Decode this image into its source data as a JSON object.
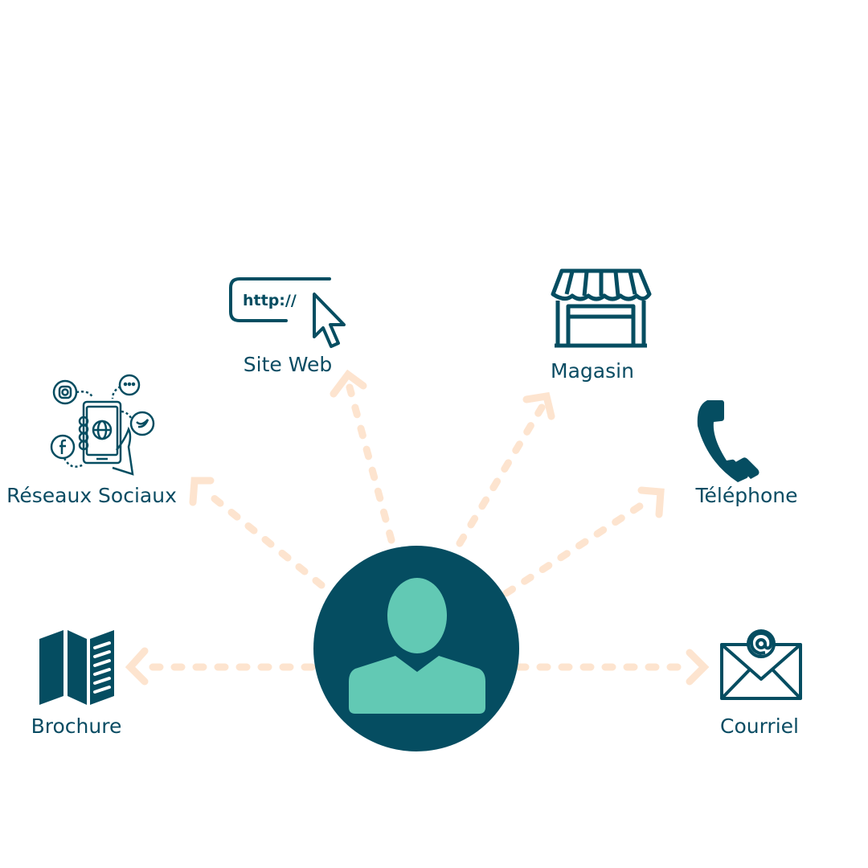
{
  "colors": {
    "primary": "#054d61",
    "person": "#62c9b4",
    "arrow": "#fde4cf",
    "label": "#0a4c63"
  },
  "center": {
    "icon": "user-icon"
  },
  "channels": [
    {
      "id": "site-web",
      "label": "Site Web",
      "icon": "browser-url-cursor-icon",
      "url_text": "http://"
    },
    {
      "id": "magasin",
      "label": "Magasin",
      "icon": "storefront-icon"
    },
    {
      "id": "reseaux-sociaux",
      "label": "Réseaux Sociaux",
      "icon": "social-media-phone-icon"
    },
    {
      "id": "telephone",
      "label": "Téléphone",
      "icon": "telephone-handset-icon"
    },
    {
      "id": "brochure",
      "label": "Brochure",
      "icon": "folded-brochure-icon"
    },
    {
      "id": "courriel",
      "label": "Courriel",
      "icon": "email-envelope-icon"
    }
  ]
}
